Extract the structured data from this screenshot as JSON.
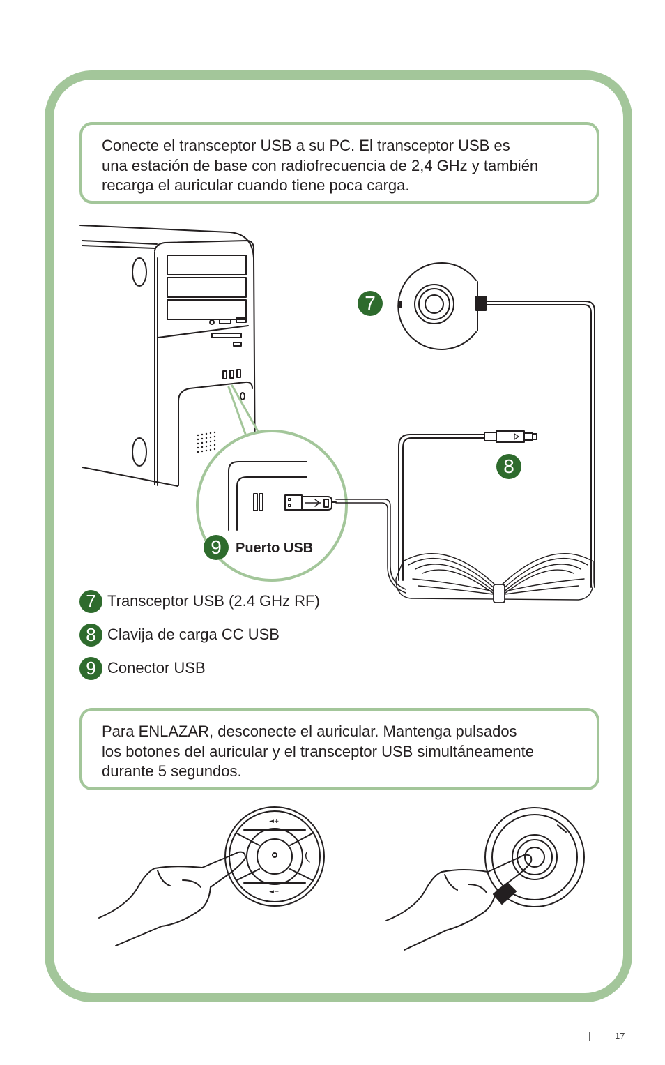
{
  "intro_text": "Conecte el transceptor USB a su PC. El transceptor USB es una estación de base con radiofrecuencia de 2,4 GHz y también recarga el auricular cuando tiene poca carga.",
  "intro_lines": [
    "Conecte el transceptor USB a su PC. El transceptor USB es",
    "una estación de base con radiofrecuencia de 2,4 GHz y también",
    "recarga el auricular cuando tiene poca carga."
  ],
  "callouts": {
    "transceiver": "7",
    "dc_plug": "8",
    "usb_connector": "9"
  },
  "usb_port_label": "Puerto USB",
  "legend": [
    {
      "num": "7",
      "label": "Transceptor USB (2.4 GHz RF)"
    },
    {
      "num": "8",
      "label": "Clavija de carga CC USB"
    },
    {
      "num": "9",
      "label": "Conector USB"
    }
  ],
  "pairing_lines": [
    "Para ENLAZAR, desconecte el auricular. Mantenga pulsados",
    "los botones del auricular y el transceptor USB simultáneamente",
    "durante 5 segundos."
  ],
  "headset_controls": {
    "vol_up": "◄+",
    "vol_down": "◄−"
  },
  "page_number": "17",
  "colors": {
    "frame_green": "#a3c69a",
    "badge_green": "#2e6b2d",
    "text": "#231f20"
  }
}
